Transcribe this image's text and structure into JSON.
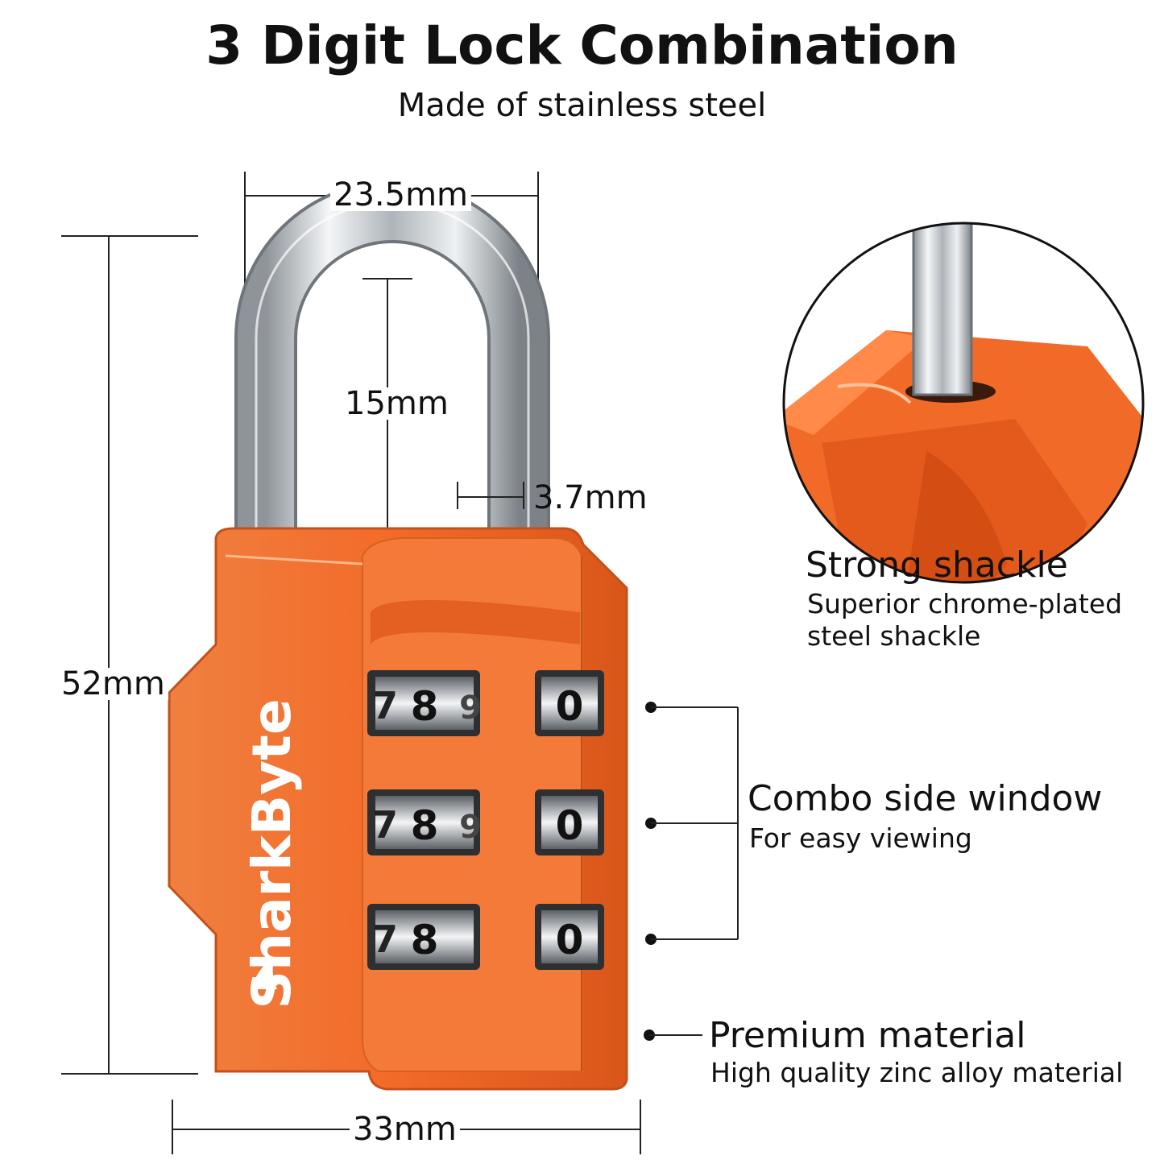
{
  "header": {
    "title": "3 Digit Lock Combination",
    "subtitle": "Made of stainless steel"
  },
  "dimensions": {
    "shackle_width": "23.5mm",
    "shackle_clearance": "15mm",
    "shackle_diameter": "3.7mm",
    "height": "52mm",
    "body_width": "33mm"
  },
  "lock": {
    "brand": "SharkByte",
    "color": "#f26a28",
    "dials": [
      {
        "left": "7",
        "center": "8",
        "right": "9",
        "side": "0"
      },
      {
        "left": "7",
        "center": "8",
        "right": "9",
        "side": "0"
      },
      {
        "left": "7",
        "center": "8",
        "right": "",
        "side": "0"
      }
    ]
  },
  "features": [
    {
      "title": "Strong shackle",
      "lines": [
        "Superior chrome-plated",
        "steel shackle"
      ]
    },
    {
      "title": "Combo side window",
      "lines": [
        "For easy viewing"
      ]
    },
    {
      "title": "Premium material",
      "lines": [
        "High quality zinc alloy material"
      ]
    }
  ],
  "icons": [
    "zoom-circle-icon",
    "shark-fin-icon"
  ]
}
